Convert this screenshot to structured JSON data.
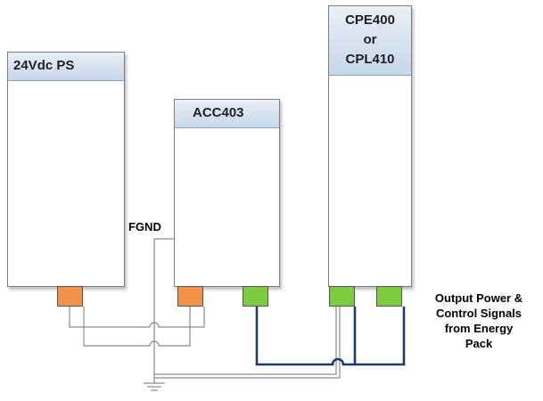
{
  "modules": {
    "ps": {
      "title": "24Vdc PS"
    },
    "acc": {
      "title": "ACC403"
    },
    "cpe": {
      "title_lines": [
        "CPE400",
        "or",
        "CPL410"
      ]
    }
  },
  "labels": {
    "fgnd": "FGND",
    "output_lines": [
      "Output Power &",
      "Control Signals",
      "from Energy",
      "Pack"
    ]
  },
  "colors": {
    "header_fill": "#c6d6e9",
    "terminal_orange": "#f2914a",
    "terminal_green": "#7ccc3f",
    "power_wire": "#1f3a6e",
    "signal_wire": "#8c8c8c"
  }
}
